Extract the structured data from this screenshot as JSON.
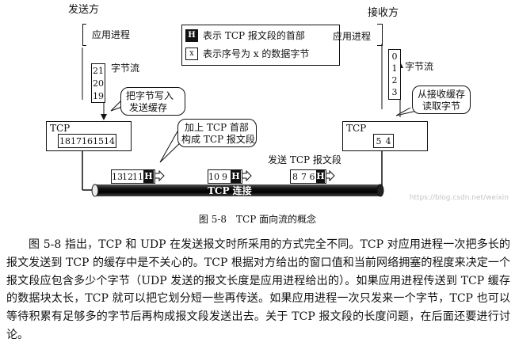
{
  "sender": {
    "title": "发送方",
    "app": "应用进程",
    "stream_label": "字节流",
    "stack_bytes": [
      "21",
      "20",
      "19"
    ],
    "note": [
      "把字节写入",
      "发送缓存"
    ],
    "tcp_label": "TCP",
    "buffer_bytes": [
      "18",
      "17",
      "16",
      "15",
      "14"
    ]
  },
  "receiver": {
    "title": "接收方",
    "app": "应用进程",
    "stream_label": "字节流",
    "stack_bytes": [
      "0",
      "1",
      "2",
      "3"
    ],
    "note": [
      "从接收缓存",
      "读取字节"
    ],
    "tcp_label": "TCP",
    "buffer_bytes": [
      "5",
      "4"
    ]
  },
  "legend": {
    "header_symbol": "H",
    "header_text": "表示 TCP 报文段的首部",
    "byte_symbol": "x",
    "byte_text": "表示序号为 x 的数据字节"
  },
  "middle_note": [
    "加上 TCP 首部",
    "构成 TCP 报文段"
  ],
  "segment_label": "发送 TCP 报文段",
  "segments": [
    {
      "bytes": [
        "13",
        "12",
        "11"
      ],
      "header": "H"
    },
    {
      "bytes": [
        "10",
        "9"
      ],
      "header": "H"
    },
    {
      "bytes": [
        "8",
        "7",
        "6"
      ],
      "header": "H"
    }
  ],
  "pipe_label": "TCP 连接",
  "caption": "图 5-8　TCP 面向流的概念",
  "paragraph": "图 5-8 指出，TCP 和 UDP 在发送报文时所采用的方式完全不同。TCP 对应用进程一次把多长的报文发送到 TCP 的缓存中是不关心的。TCP 根据对方给出的窗口值和当前网络拥塞的程度来决定一个报文段应包含多少个字节（UDP 发送的报文长度是应用进程给出的）。如果应用进程传送到 TCP 缓存的数据块太长，TCP 就可以把它划分短一些再传送。如果应用进程一次只发来一个字节，TCP 也可以等待积累有足够多的字节后再构成报文段发送出去。关于 TCP 报文段的长度问题，在后面还要进行讨论。",
  "watermark": "https://blog.csdn.net/weixin"
}
